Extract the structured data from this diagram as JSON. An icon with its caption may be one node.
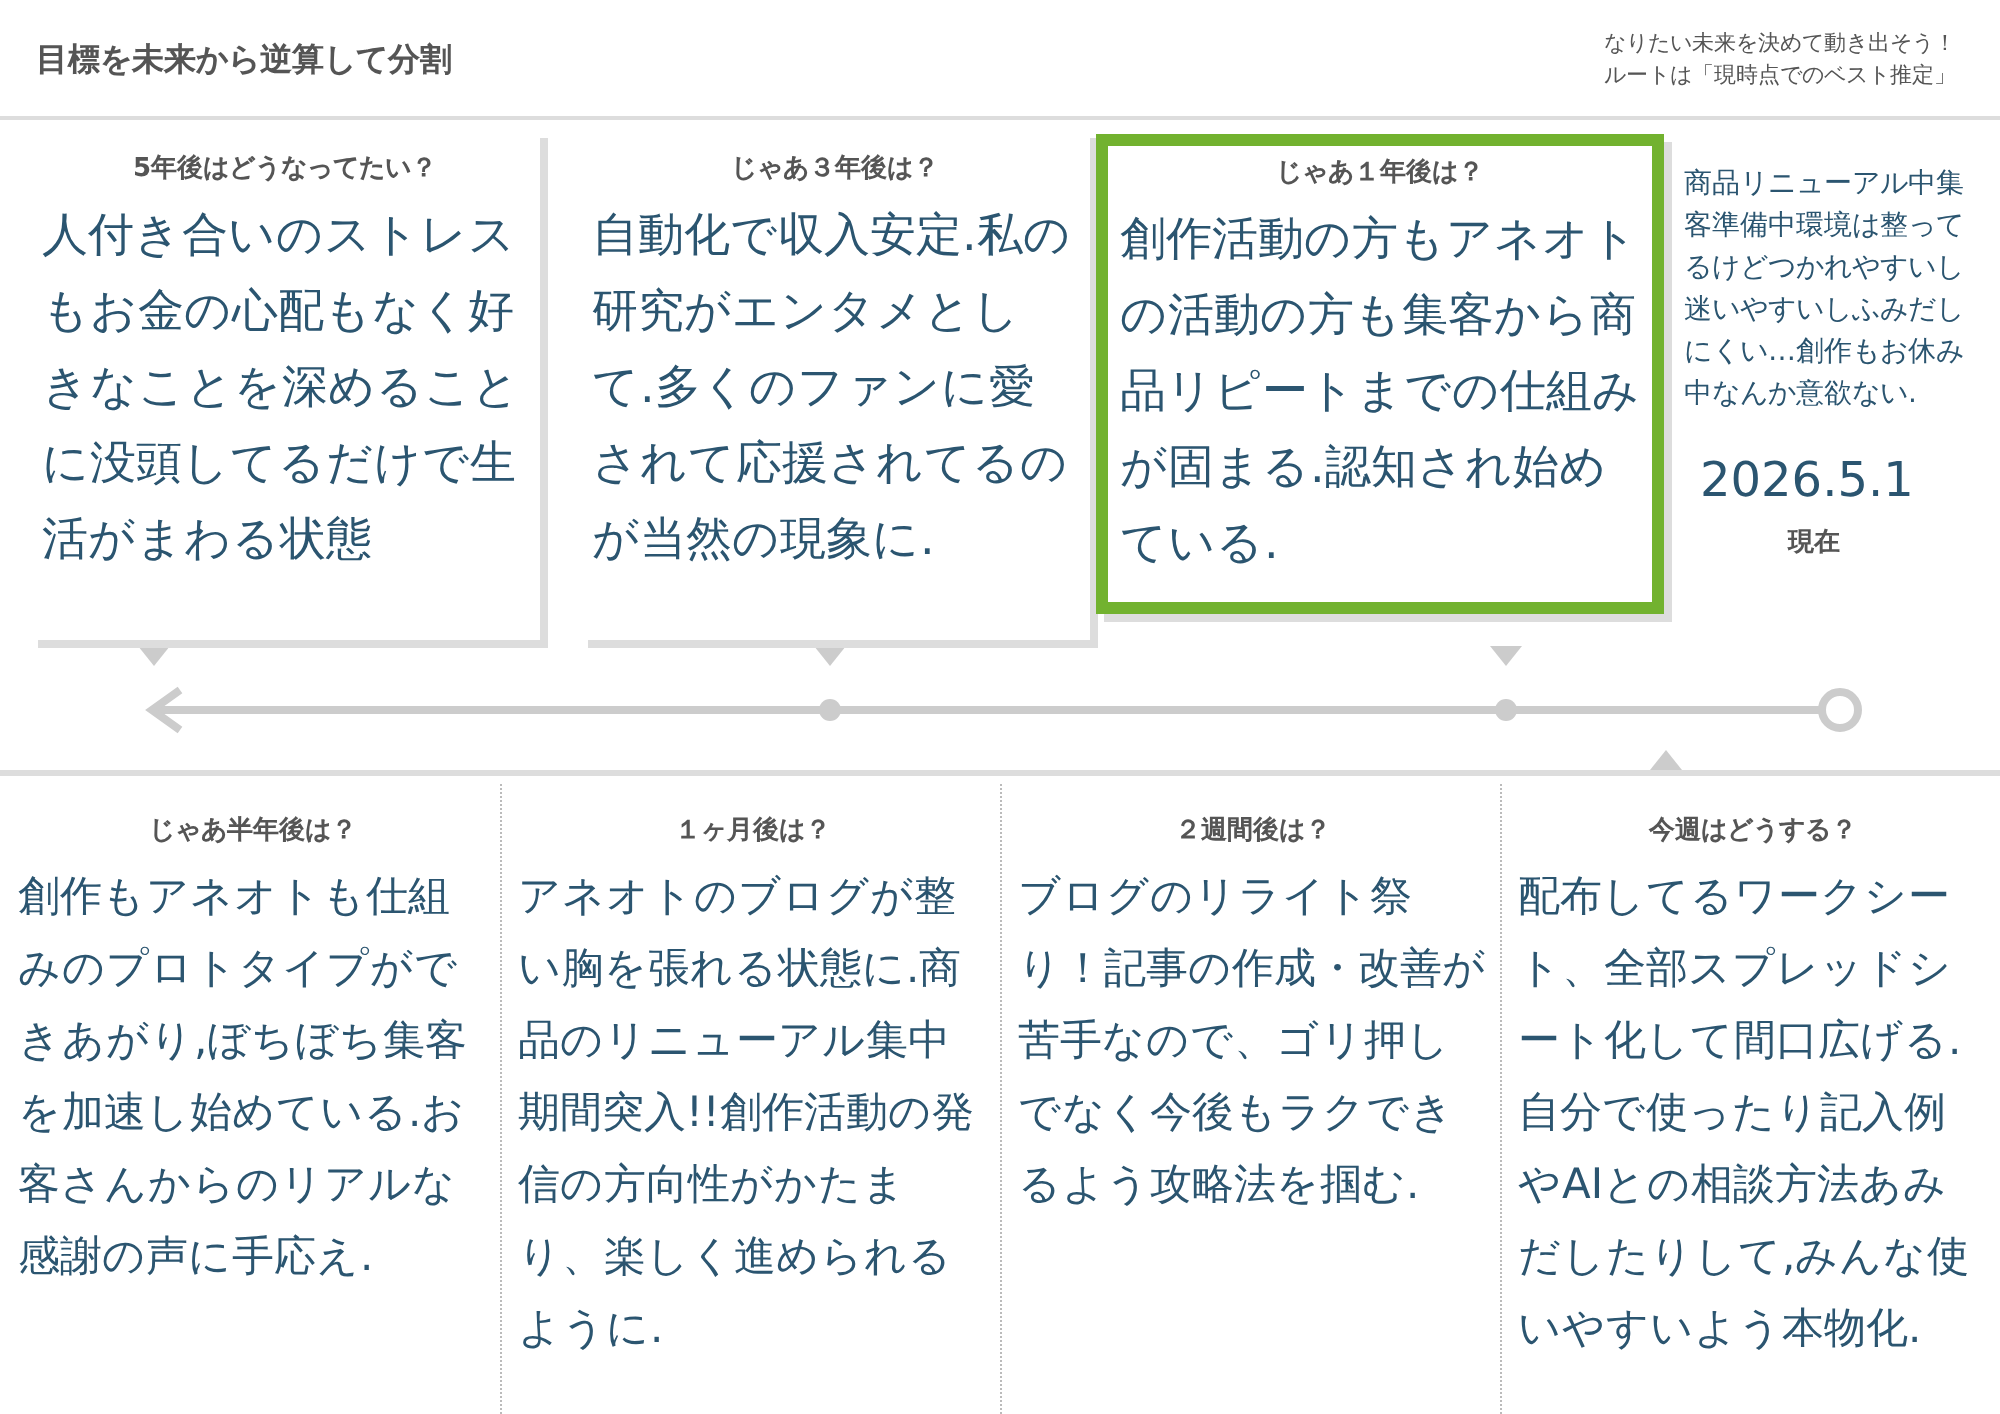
{
  "diagram": {
    "title": "目標を未来から逆算して分割",
    "nodes": [
      {
        "text": [
          "5年後はどうなってたい？",
          "人付き合いのストレスもお金の心配もなく好きなことを深めることに没頭してるだけで生活がまわる状態"
        ]
      },
      {
        "text": [
          "じゃあ３年後は？",
          "自動化で収入安定.私の研究がエンタメとして.多くのファンに愛されて応援されてるのが当然の現象に."
        ]
      },
      {
        "text": [
          "じゃあ１年後は？",
          "創作活動の方もアネオトの活動の方も集客から商品リピートまでの仕組みが固まる.認知され始めている."
        ]
      },
      {
        "text": [
          "商品リニューアル中集客準備中環境は整ってるけどつかれやすいし迷いやすいしふみだしにくい…創作もお休み中なんか意欲ない.",
          "2026.5.1",
          "現在"
        ]
      },
      {
        "text": [
          "じゃあ半年後は？",
          "創作もアネオトも仕組みのプロトタイプができあがり,ぼちぼち集客を加速し始めている.お客さんからのリアルな感謝の声に手応え."
        ]
      },
      {
        "text": [
          "１ヶ月後は？",
          "アネオトのブログが整い胸を張れる状態に.商品のリニューアル集中期間突入!!創作活動の発信の方向性がかたまり、楽しく進められるように."
        ]
      },
      {
        "text": [
          "２週間後は？",
          "ブログのリライト祭り！記事の作成・改善が苦手なので、ゴリ押しでなく今後もラクできるよう攻略法を掴む."
        ]
      },
      {
        "text": [
          "今週はどうする？",
          "配布してるワークシート、全部スプレッドシート化して間口広げる.自分で使ったり記入例やAIとの相談方法あみだしたりして,みんな使いやすいよう本物化."
        ]
      }
    ],
    "labels": [
      "なりたい未来を決めて動き出そう！",
      "ルートは「現時点でのベスト推定」"
    ]
  }
}
